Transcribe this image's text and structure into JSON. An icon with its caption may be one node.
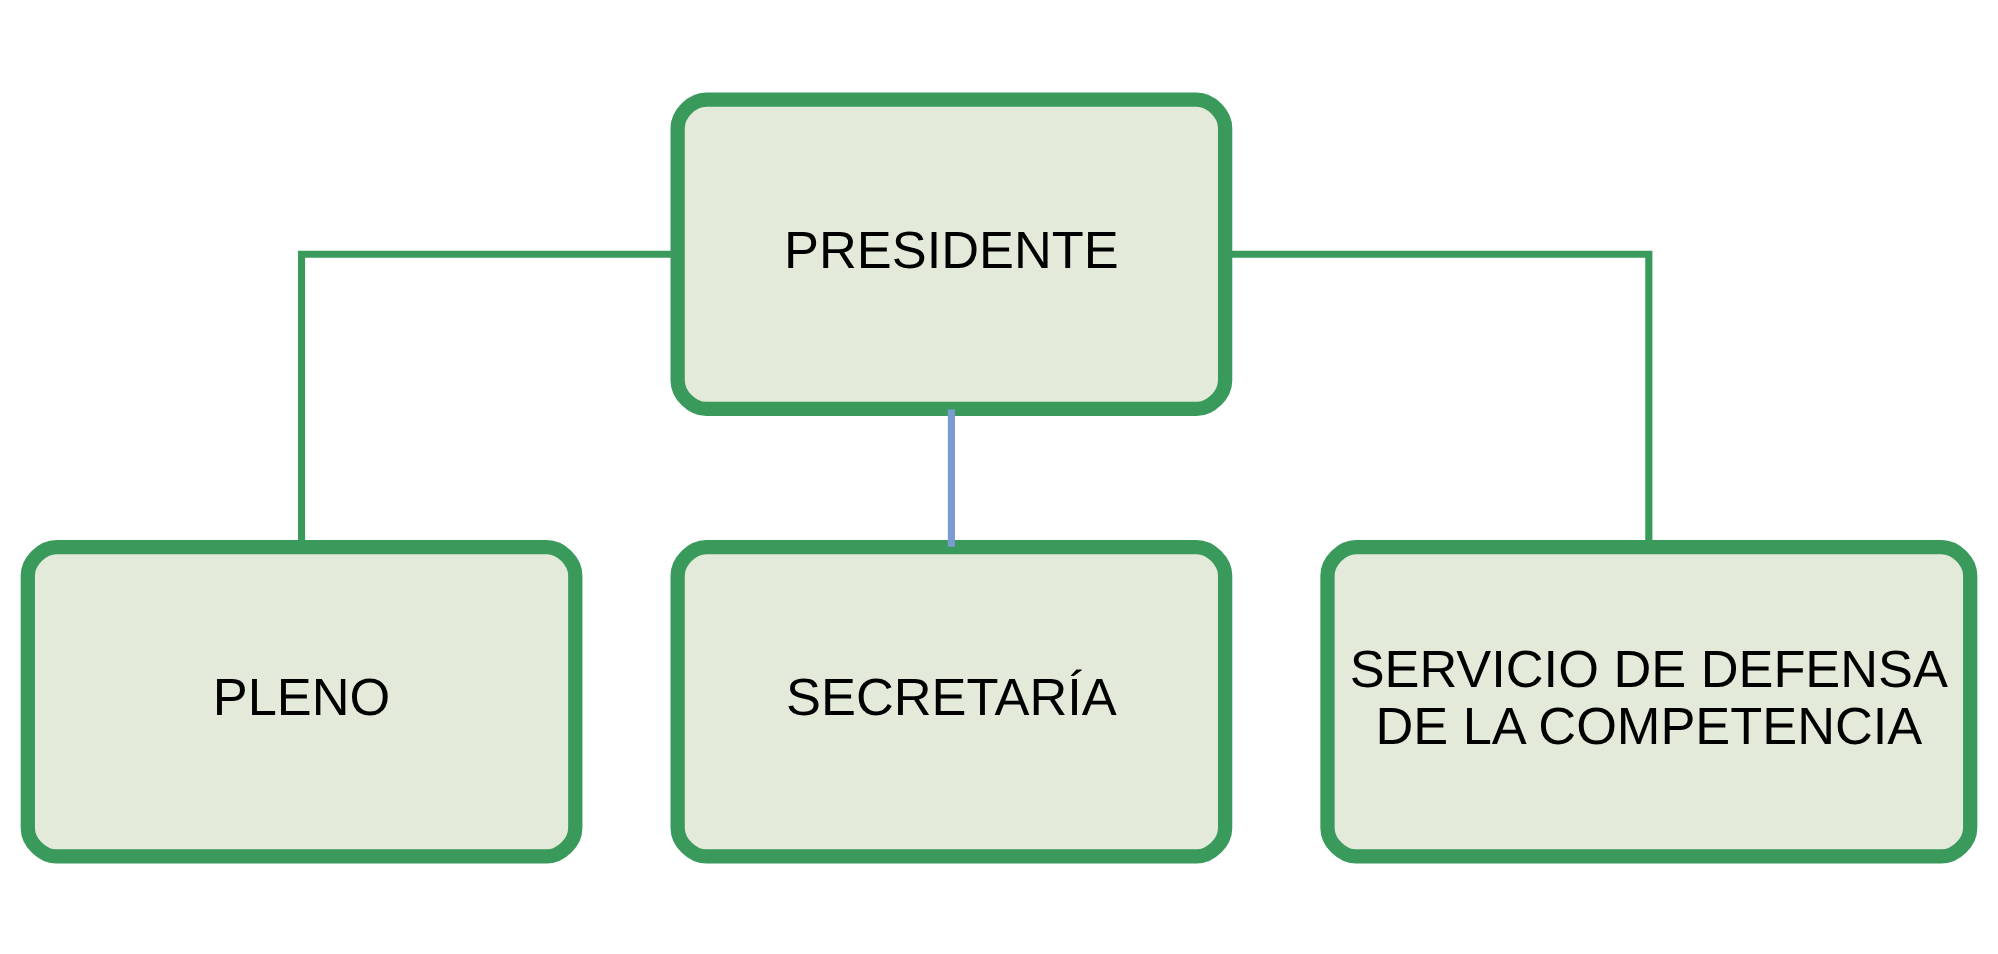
{
  "diagram": {
    "nodes": [
      {
        "text": [
          "PRESIDENTE"
        ]
      },
      {
        "text": [
          "PLENO"
        ]
      },
      {
        "text": [
          "SECRETARÍA"
        ]
      },
      {
        "text": [
          "SERVICIO DE DEFENSA DE LA COMPETENCIA"
        ]
      }
    ],
    "edges": [
      {
        "from": 0,
        "to": 1,
        "arrow": "none"
      },
      {
        "from": 0,
        "to": 2,
        "arrow": "none",
        "color": "#7b9bd1"
      },
      {
        "from": 0,
        "to": 3,
        "arrow": "none"
      }
    ]
  }
}
